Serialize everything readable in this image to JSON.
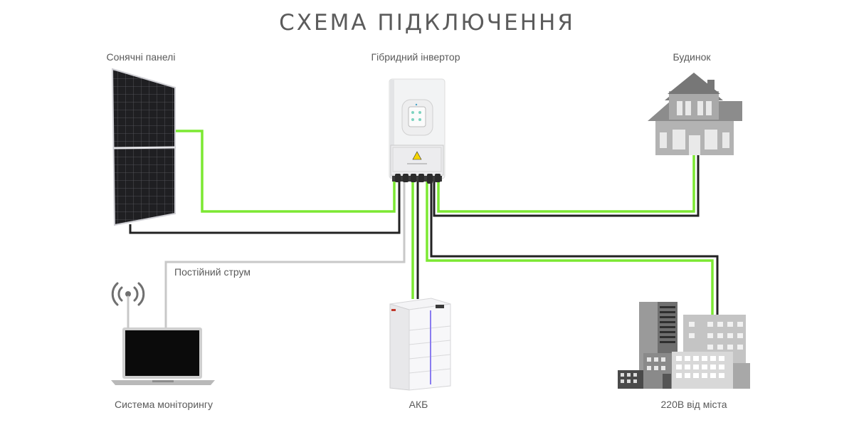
{
  "title": "СХЕМА ПІДКЛЮЧЕННЯ",
  "labels": {
    "solar": "Сонячні панелі",
    "inverter": "Гібридний інвертор",
    "house": "Будинок",
    "monitoring": "Система моніторингу",
    "battery": "АКБ",
    "grid": "220В від міста",
    "dc": "Постійний струм"
  },
  "colors": {
    "phase": "#7ce832",
    "neutral": "#222222",
    "signal": "#c8c8c8",
    "title": "#5b5b5b",
    "label": "#5a5a5a"
  }
}
